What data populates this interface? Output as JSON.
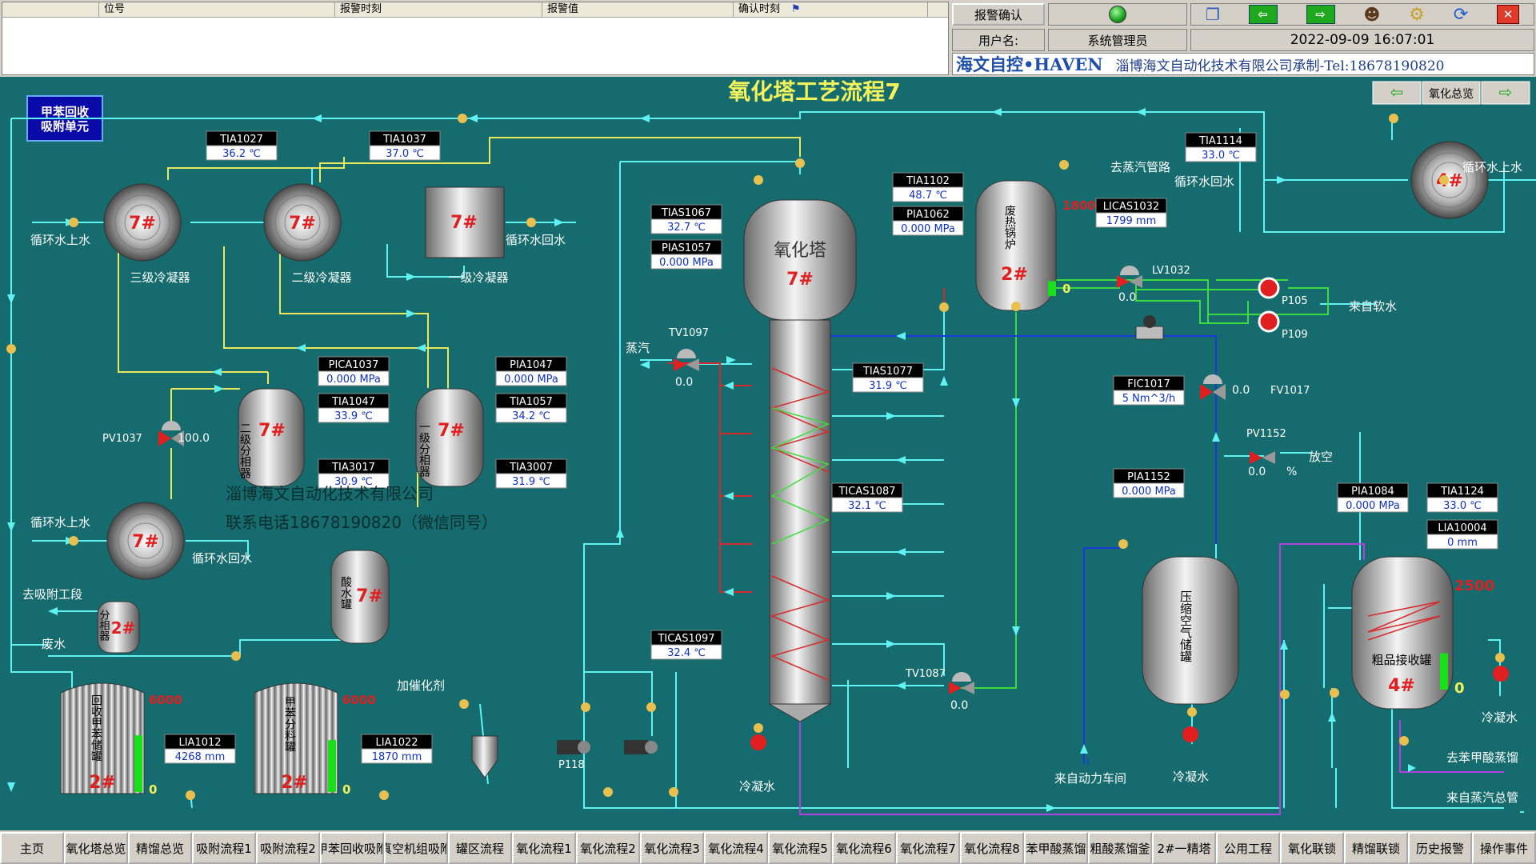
{
  "alarm_table": {
    "columns": [
      "",
      "位号",
      "报警时刻",
      "报警值",
      "确认时刻"
    ]
  },
  "header": {
    "alarm_ack": "报警确认",
    "user_label": "用户名:",
    "user_name": "系统管理员",
    "datetime": "2022-09-09  16:07:01",
    "brand_logo": "海文自控•HAVEN",
    "company": "淄博海文自动化技术有限公司承制-Tel:18678190820",
    "toolbar_icons": [
      "copy-icon",
      "back-arrow-icon",
      "forward-arrow-icon",
      "user-icon",
      "gear-icon",
      "refresh-icon",
      "close-icon"
    ]
  },
  "page": {
    "title": "氧化塔工艺流程7",
    "nav_label": "氧化总览"
  },
  "colors": {
    "bg": "#156b6e",
    "pipe_cyan": "#5ff2f2",
    "pipe_yellow": "#e8e85a",
    "pipe_green": "#3ddc3d",
    "pipe_red": "#d82828",
    "pipe_blue": "#1a3ad8",
    "pipe_purple": "#b040e0"
  },
  "units": {
    "recovery": "甲苯回收\n吸附单元"
  },
  "equipment": {
    "cond3": "三级冷凝器",
    "cond2": "二级冷凝器",
    "cond1": "一级冷凝器",
    "sep2": "二级分相器",
    "sep1": "一级分相器",
    "acid": "酸水罐",
    "sep_small": "分相器",
    "tank_rec": "回收甲苯储罐",
    "tank_feed": "甲苯分料罐",
    "tower": "氧化塔",
    "boiler": "废热锅炉",
    "air": "压缩空气储罐",
    "crude": "粗品接收罐",
    "tag7": "7#",
    "tag2": "2#",
    "tag4": "4#"
  },
  "labels": {
    "cw_in": "循环水上水",
    "cw_out": "循环水回水",
    "to_adsorb": "去吸附工段",
    "waste": "废水",
    "catalyst": "加催化剂",
    "steam": "蒸汽",
    "cond_water": "冷凝水",
    "to_steam": "去蒸汽管路",
    "soft_water": "来自软水",
    "vent": "放空",
    "from_power": "来自动力车间",
    "to_acid": "去苯甲酸蒸馏",
    "from_steam": "来自蒸汽总管",
    "p118": "P118",
    "p105": "P105",
    "p109": "P109",
    "pv1037": "PV1037",
    "tv1097": "TV1097",
    "tv1087": "TV1087",
    "lv1032": "LV1032",
    "fv1017": "FV1017",
    "pv1152": "PV1152"
  },
  "watermark": {
    "l1": "淄博海文自动化技术有限公司",
    "l2": "联系电话18678190820（微信同号）"
  },
  "instruments": [
    {
      "tag": "TIA1027",
      "value": "36.2 ℃"
    },
    {
      "tag": "TIA1037",
      "value": "37.0 ℃"
    },
    {
      "tag": "TIAS1067",
      "value": "32.7 ℃"
    },
    {
      "tag": "PIAS1057",
      "value": "0.000 MPa"
    },
    {
      "tag": "TIA1102",
      "value": "48.7 ℃"
    },
    {
      "tag": "PIA1062",
      "value": "0.000 MPa"
    },
    {
      "tag": "LICAS1032",
      "value": "1799 mm"
    },
    {
      "tag": "TIA1114",
      "value": "33.0 ℃"
    },
    {
      "tag": "PICA1037",
      "value": "0.000 MPa"
    },
    {
      "tag": "TIA1047",
      "value": "33.9 ℃"
    },
    {
      "tag": "TIA3017",
      "value": "30.9 ℃"
    },
    {
      "tag": "PIA1047",
      "value": "0.000 MPa"
    },
    {
      "tag": "TIA1057",
      "value": "34.2 ℃"
    },
    {
      "tag": "TIA3007",
      "value": "31.9 ℃"
    },
    {
      "tag": "TIAS1077",
      "value": "31.9 ℃"
    },
    {
      "tag": "TICAS1087",
      "value": "32.1 ℃"
    },
    {
      "tag": "TICAS1097",
      "value": "32.4 ℃"
    },
    {
      "tag": "FIC1017",
      "value": "5 Nm^3/h"
    },
    {
      "tag": "PIA1152",
      "value": "0.000 MPa"
    },
    {
      "tag": "PIA1084",
      "value": "0.000 MPa"
    },
    {
      "tag": "TIA1124",
      "value": "33.0 ℃"
    },
    {
      "tag": "LIA10004",
      "value": "0 mm"
    },
    {
      "tag": "LIA1012",
      "value": "4268 mm"
    },
    {
      "tag": "LIA1022",
      "value": "1870 mm"
    }
  ],
  "valve_values": {
    "pv1037": "100.0",
    "tv1097": "0.0",
    "tv1087": "0.0",
    "lv1032": "0.0",
    "fv1017": "0.0",
    "pv1152": "0.0"
  },
  "units_text": {
    "pct": "%"
  },
  "scales": {
    "boiler_max": "1800",
    "crude_max": "2500",
    "tank_max": "6000",
    "zero": "0"
  },
  "levels": {
    "boiler": 0.15,
    "crude": 0.32,
    "tank_rec": 0.6,
    "tank_feed": 0.55
  },
  "footer": [
    "主页",
    "氧化塔总览",
    "精馏总览",
    "吸附流程1",
    "吸附流程2",
    "甲苯回收吸附",
    "真空机组吸附",
    "罐区流程",
    "氧化流程1",
    "氧化流程2",
    "氧化流程3",
    "氧化流程4",
    "氧化流程5",
    "氧化流程6",
    "氧化流程7",
    "氧化流程8",
    "苯甲酸蒸馏",
    "粗酸蒸馏釜",
    "2#一精塔",
    "公用工程",
    "氧化联锁",
    "精馏联锁",
    "历史报警",
    "操作事件"
  ]
}
